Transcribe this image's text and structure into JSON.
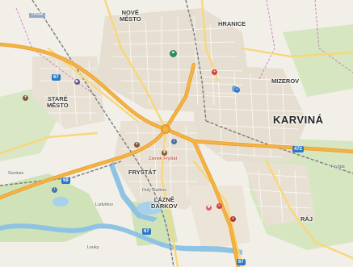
{
  "map": {
    "city_label": "KARVINÁ",
    "districts": {
      "nove_mesto": [
        "NOVÉ",
        "MĚSTO"
      ],
      "hranice": "HRANICE",
      "mizerov": "MIZEROV",
      "stare_mesto": [
        "STARÉ",
        "MĚSTO"
      ],
      "frystat": "FRYŠTÁT",
      "lazne_darkov": [
        "LÁZNĚ",
        "DARKOV"
      ],
      "raj": "RÁJ"
    },
    "small_labels": {
      "top_left": "Věrdik",
      "castle": "Zámek Fryštát",
      "darkov_small": "Doly Darkov",
      "left_edge": "Sovinec",
      "lower_left": "Ludvíkov",
      "lower_mid": "Louky",
      "right_edge": "Fryštát"
    },
    "road_shields": {
      "r67_west": "67",
      "r67_south": "67",
      "r472": "472",
      "r59": "59",
      "r67_bottom": "67"
    },
    "colors": {
      "background": "#f1efe8",
      "urban": "#e7e1d4",
      "forest": "#c9dfb1",
      "water": "#8fc3e3",
      "primary_road": "#f5b342",
      "secondary_road": "#f8d77a",
      "rail": "#7a7a7a",
      "border": "#b44aa8"
    },
    "icons": [
      "ice-hockey-icon",
      "hospital-icon",
      "castle-icon",
      "info-icon",
      "church-icon",
      "cinema-icon",
      "heart-icon",
      "swimming-icon"
    ]
  }
}
